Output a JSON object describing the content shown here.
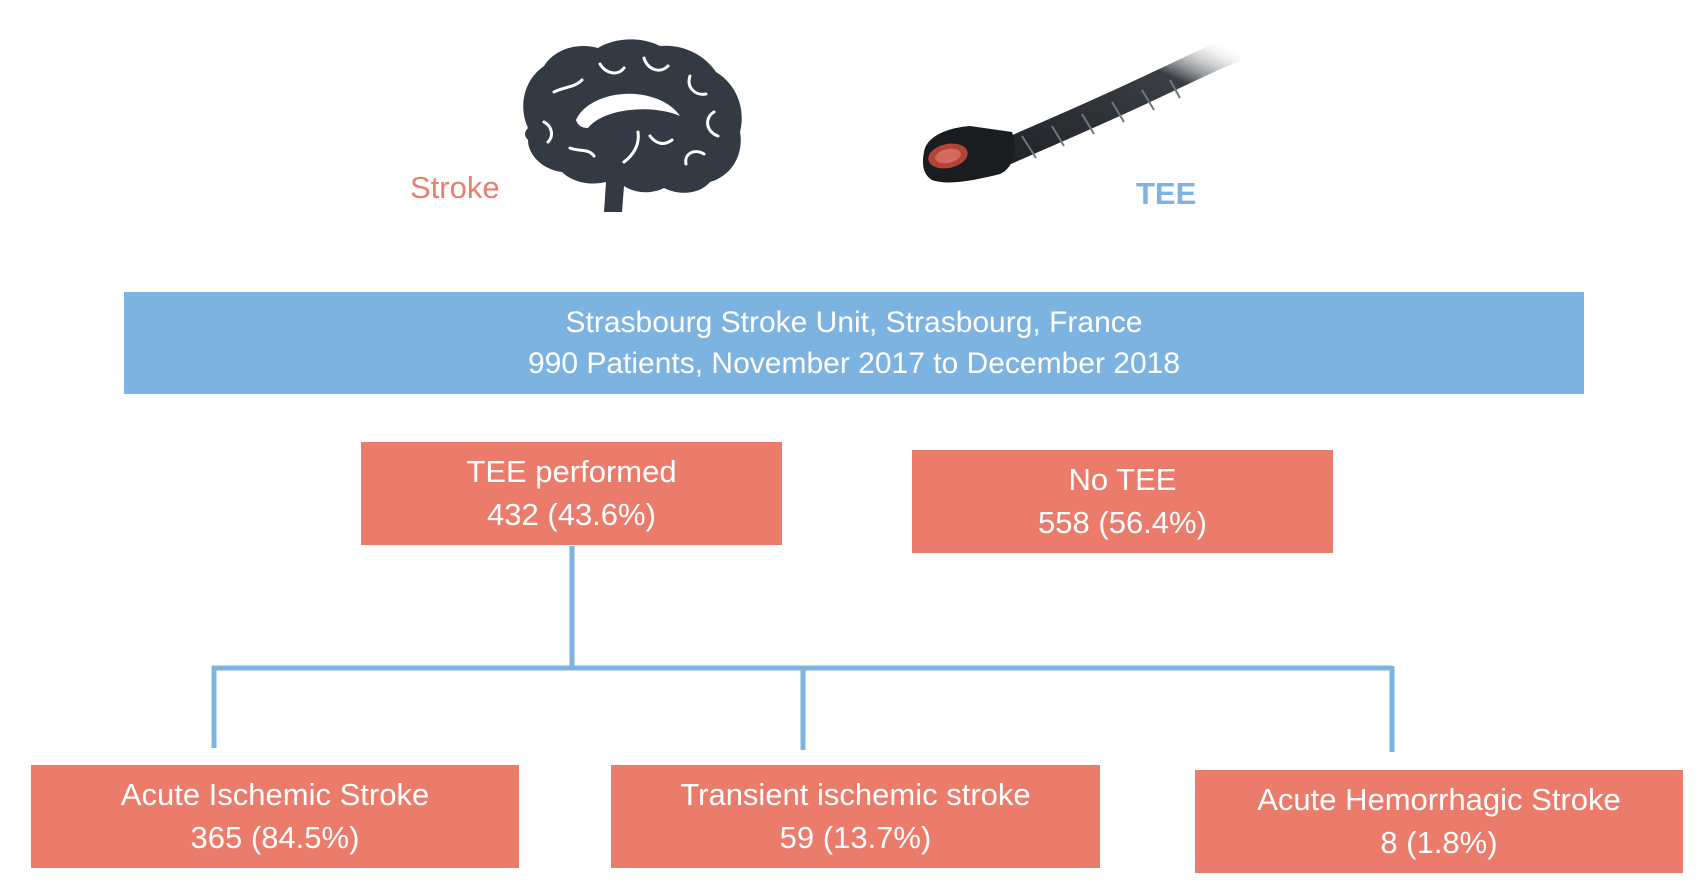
{
  "colors": {
    "header_blue": "#7db3e1",
    "box_salmon": "#eb7b6b",
    "connector_blue": "#7db3e1",
    "stroke_label": "#e87e6e",
    "tee_label": "#7db3e1",
    "brain": "#333a43",
    "probe": "#1f2327"
  },
  "icons": {
    "brain": "brain-icon",
    "probe": "tee-probe-icon"
  },
  "labels": {
    "stroke": "Stroke",
    "tee": "TEE"
  },
  "header": {
    "line1": "Strasbourg Stroke Unit, Strasbourg, France",
    "line2": "990 Patients, November 2017 to December 2018"
  },
  "tee_performed": {
    "title": "TEE performed",
    "value": "432 (43.6%)"
  },
  "no_tee": {
    "title": "No TEE",
    "value": "558 (56.4%)"
  },
  "outcomes": [
    {
      "title": "Acute Ischemic Stroke",
      "value": "365 (84.5%)"
    },
    {
      "title": "Transient ischemic stroke",
      "value": "59 (13.7%)"
    },
    {
      "title": "Acute Hemorrhagic Stroke",
      "value": "8 (1.8%)"
    }
  ]
}
